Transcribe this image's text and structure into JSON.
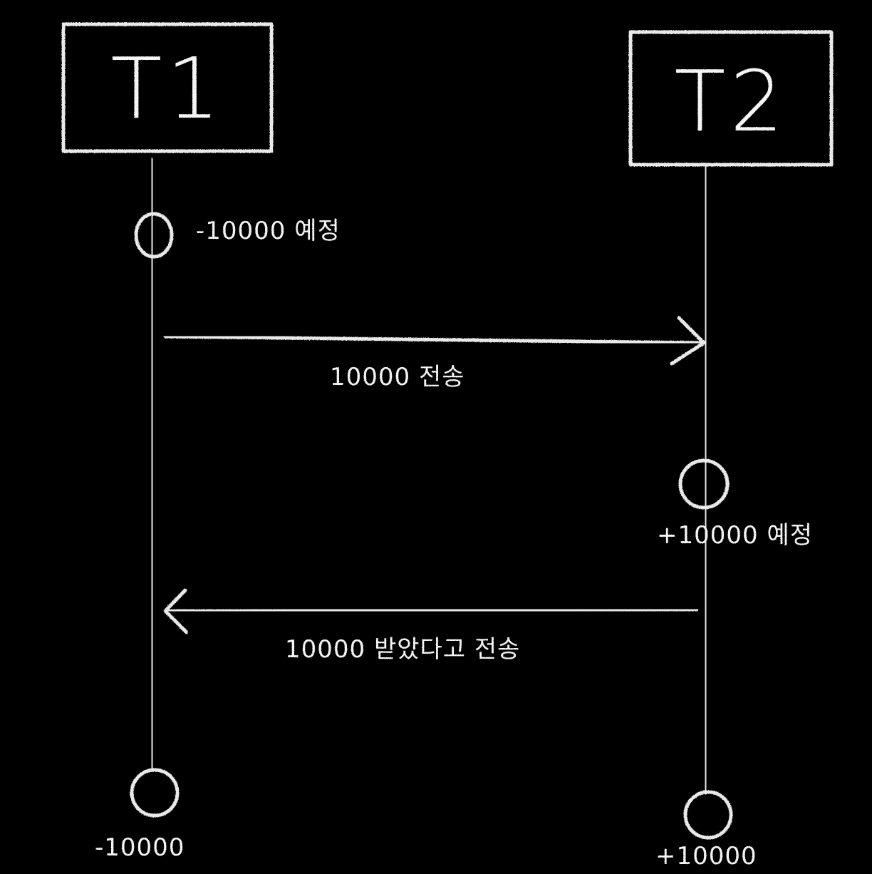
{
  "participants": [
    {
      "label": "T1"
    },
    {
      "label": "T2"
    }
  ],
  "notes": {
    "t1_plan": "-10000 예정",
    "send": "10000 전송",
    "t2_plan": "+10000 예정",
    "ack": "10000 받았다고 전송",
    "t1_final": "-10000",
    "t2_final": "+10000"
  },
  "colors": {
    "background": "#000000",
    "chalk": "#e9e9e9"
  }
}
